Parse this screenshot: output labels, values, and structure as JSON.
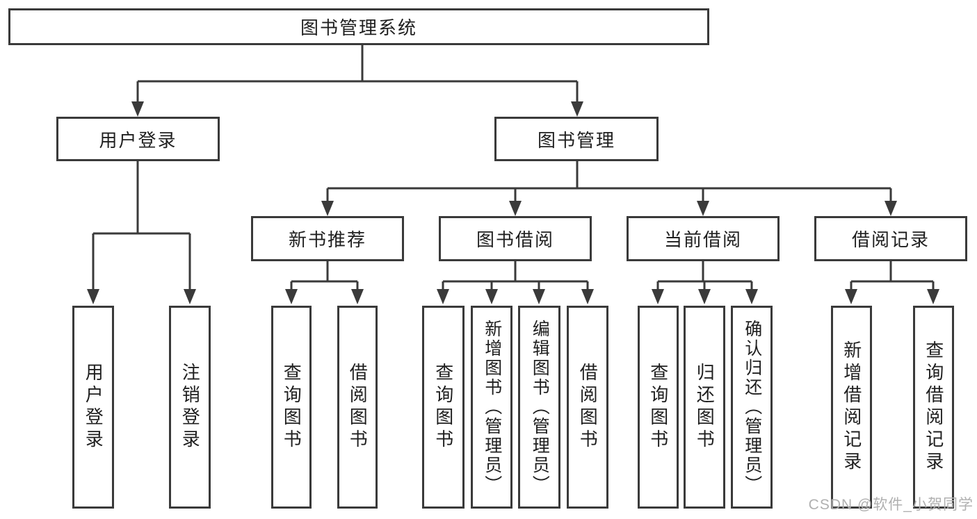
{
  "tree": {
    "root": {
      "label": "图书管理系统"
    },
    "children": [
      {
        "label": "用户登录",
        "leaves": [
          {
            "label": "用户登录"
          },
          {
            "label": "注销登录"
          }
        ]
      },
      {
        "label": "图书管理",
        "children": [
          {
            "label": "新书推荐",
            "leaves": [
              {
                "label": "查询图书"
              },
              {
                "label": "借阅图书"
              }
            ]
          },
          {
            "label": "图书借阅",
            "leaves": [
              {
                "label": "查询图书"
              },
              {
                "label": "新增图书（管理员）"
              },
              {
                "label": "编辑图书（管理员）"
              },
              {
                "label": "借阅图书"
              }
            ]
          },
          {
            "label": "当前借阅",
            "leaves": [
              {
                "label": "查询图书"
              },
              {
                "label": "归还图书"
              },
              {
                "label": "确认归还（管理员）"
              }
            ]
          },
          {
            "label": "借阅记录",
            "leaves": [
              {
                "label": "新增借阅记录"
              },
              {
                "label": "查询借阅记录"
              }
            ]
          }
        ]
      }
    ]
  },
  "watermark": {
    "text": "CSDN @软件_小贺同学"
  },
  "colors": {
    "line": "#3a3a3a",
    "text": "#1f1f1f",
    "box_background": "#ffffff",
    "watermark": "#b0b0b0"
  }
}
